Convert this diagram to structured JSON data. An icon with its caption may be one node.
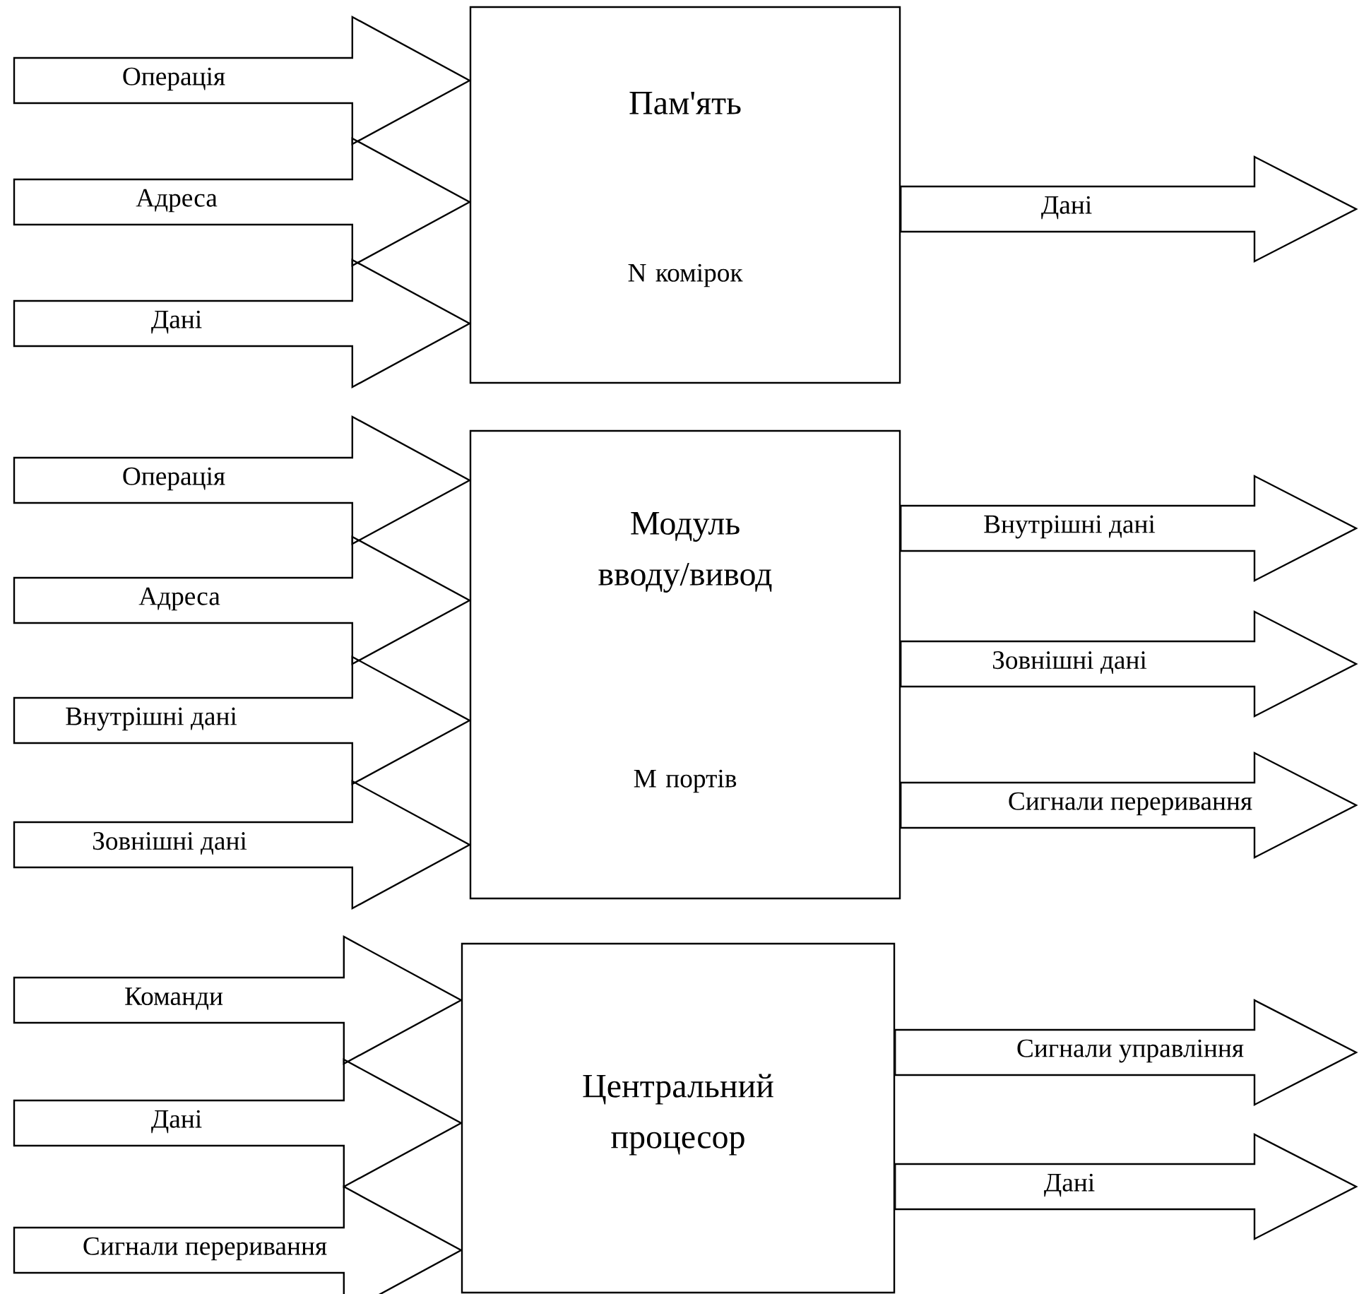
{
  "diagram": {
    "nodes": [
      {
        "text": [
          "Пам'ять",
          "N комірок"
        ]
      },
      {
        "text": [
          "Модуль вводу/вивод",
          "M портів"
        ]
      },
      {
        "text": [
          "Центральний процесор"
        ]
      }
    ],
    "edges": [
      {
        "from": null,
        "to": 0,
        "arrow": "to",
        "label": "Операція"
      },
      {
        "from": null,
        "to": 0,
        "arrow": "to",
        "label": "Адреса"
      },
      {
        "from": null,
        "to": 0,
        "arrow": "to",
        "label": "Дані"
      },
      {
        "from": 0,
        "to": null,
        "arrow": "to",
        "label": "Дані"
      },
      {
        "from": null,
        "to": 1,
        "arrow": "to",
        "label": "Операція"
      },
      {
        "from": null,
        "to": 1,
        "arrow": "to",
        "label": "Адреса"
      },
      {
        "from": null,
        "to": 1,
        "arrow": "to",
        "label": "Внутрішні дані"
      },
      {
        "from": null,
        "to": 1,
        "arrow": "to",
        "label": "Зовнішні дані"
      },
      {
        "from": 1,
        "to": null,
        "arrow": "to",
        "label": "Внутрішні дані"
      },
      {
        "from": 1,
        "to": null,
        "arrow": "to",
        "label": "Зовнішні дані"
      },
      {
        "from": 1,
        "to": null,
        "arrow": "to",
        "label": "Сигнали переривання"
      },
      {
        "from": null,
        "to": 2,
        "arrow": "to",
        "label": "Команди"
      },
      {
        "from": null,
        "to": 2,
        "arrow": "to",
        "label": "Дані"
      },
      {
        "from": null,
        "to": 2,
        "arrow": "to",
        "label": "Сигнали переривання"
      },
      {
        "from": 2,
        "to": null,
        "arrow": "to",
        "label": "Сигнали управління"
      },
      {
        "from": 2,
        "to": null,
        "arrow": "to",
        "label": "Дані"
      }
    ]
  }
}
